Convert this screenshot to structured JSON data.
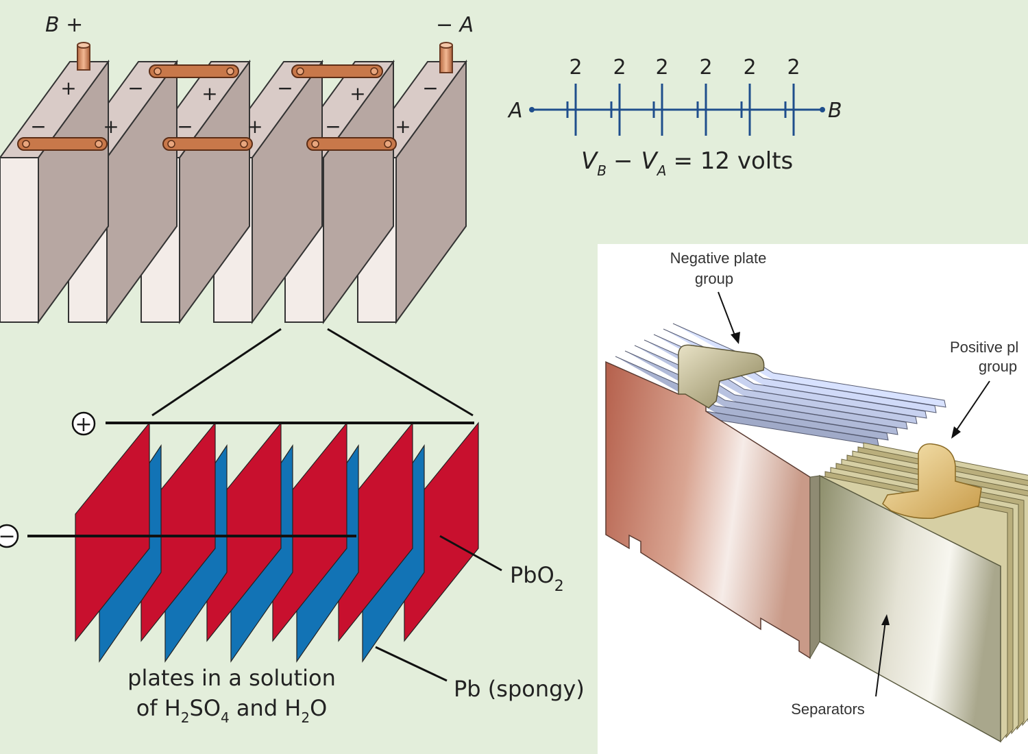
{
  "colors": {
    "background": "#e3eedb",
    "cell_front": "#f3ece8",
    "cell_side": "#b7a7a2",
    "cell_top": "#d9cbc7",
    "connector": "#c8784a",
    "positive_plate": "#c8102e",
    "negative_plate": "#1273b5",
    "schematic": "#1f4e8c",
    "photo_background": "#ffffff"
  },
  "battery": {
    "terminal_b_label": "B +",
    "terminal_a_label": "− A",
    "cell_signs": {
      "top_left": [
        "+",
        "−",
        "+",
        "−",
        "+",
        "−"
      ],
      "top_right": [
        "−",
        "+",
        "−",
        "+",
        "−",
        "+"
      ]
    }
  },
  "schematic": {
    "cell_voltages": [
      "2",
      "2",
      "2",
      "2",
      "2",
      "2"
    ],
    "left_node": "A",
    "right_node": "B",
    "equation_parts": {
      "vb_letter": "V",
      "vb_sub": "B",
      "minus": "−",
      "va_letter": "V",
      "va_sub": "A",
      "rest": "= 12 volts"
    }
  },
  "cell_detail": {
    "positive_symbol": "+",
    "negative_symbol": "−",
    "pbo2": {
      "main": "PbO",
      "sub": "2"
    },
    "pb_label": "Pb (spongy)",
    "caption_line1": "plates in a solution",
    "caption_line2": {
      "p1": "of H",
      "s1": "2",
      "p2": "SO",
      "s2": "4",
      "p3": " and H",
      "s3": "2",
      "p4": "O"
    }
  },
  "plate_photo": {
    "negative_label": [
      "Negative plate",
      "group"
    ],
    "positive_label": [
      "Positive pl",
      "group"
    ],
    "separators_label": "Separators"
  }
}
